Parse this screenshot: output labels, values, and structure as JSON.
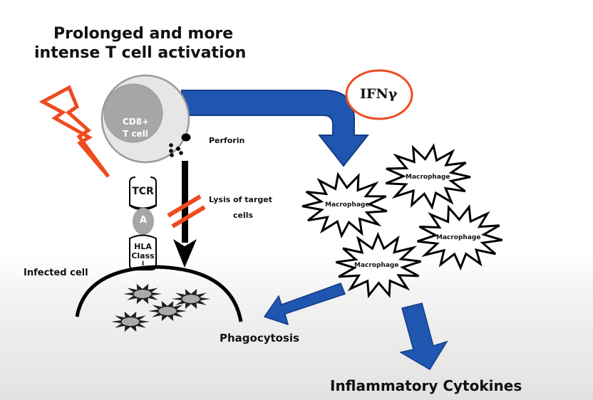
{
  "title": {
    "line1": "Prolonged and more",
    "line2": "intense T cell activation"
  },
  "tcell": {
    "nucleus_line1": "CD8+",
    "nucleus_line2": "T cell",
    "perforin_label": "Perforin"
  },
  "synapse": {
    "tcr_label": "TCR",
    "antigen_label": "A",
    "hla_line1": "HLA",
    "hla_line2": "Class",
    "hla_line3": "I"
  },
  "lysis": {
    "line1": "Lysis of target",
    "line2": "cells"
  },
  "infected_cell_label": "Infected cell",
  "cytokine": {
    "label": "IFNγ"
  },
  "macrophages": [
    {
      "label": "Macrophage"
    },
    {
      "label": "Macrophage"
    },
    {
      "label": "Macrophage"
    },
    {
      "label": "Macrophage"
    }
  ],
  "outcomes": {
    "phagocytosis": "Phagocytosis",
    "inflammatory": "Inflammatory Cytokines"
  },
  "colors": {
    "arrow_blue": "#1f56b0",
    "arrow_outline": "#143d86",
    "accent_orange": "#ee4b1f",
    "cell_fill": "#e6e6e6",
    "nucleus_fill": "#a6a6a6"
  }
}
